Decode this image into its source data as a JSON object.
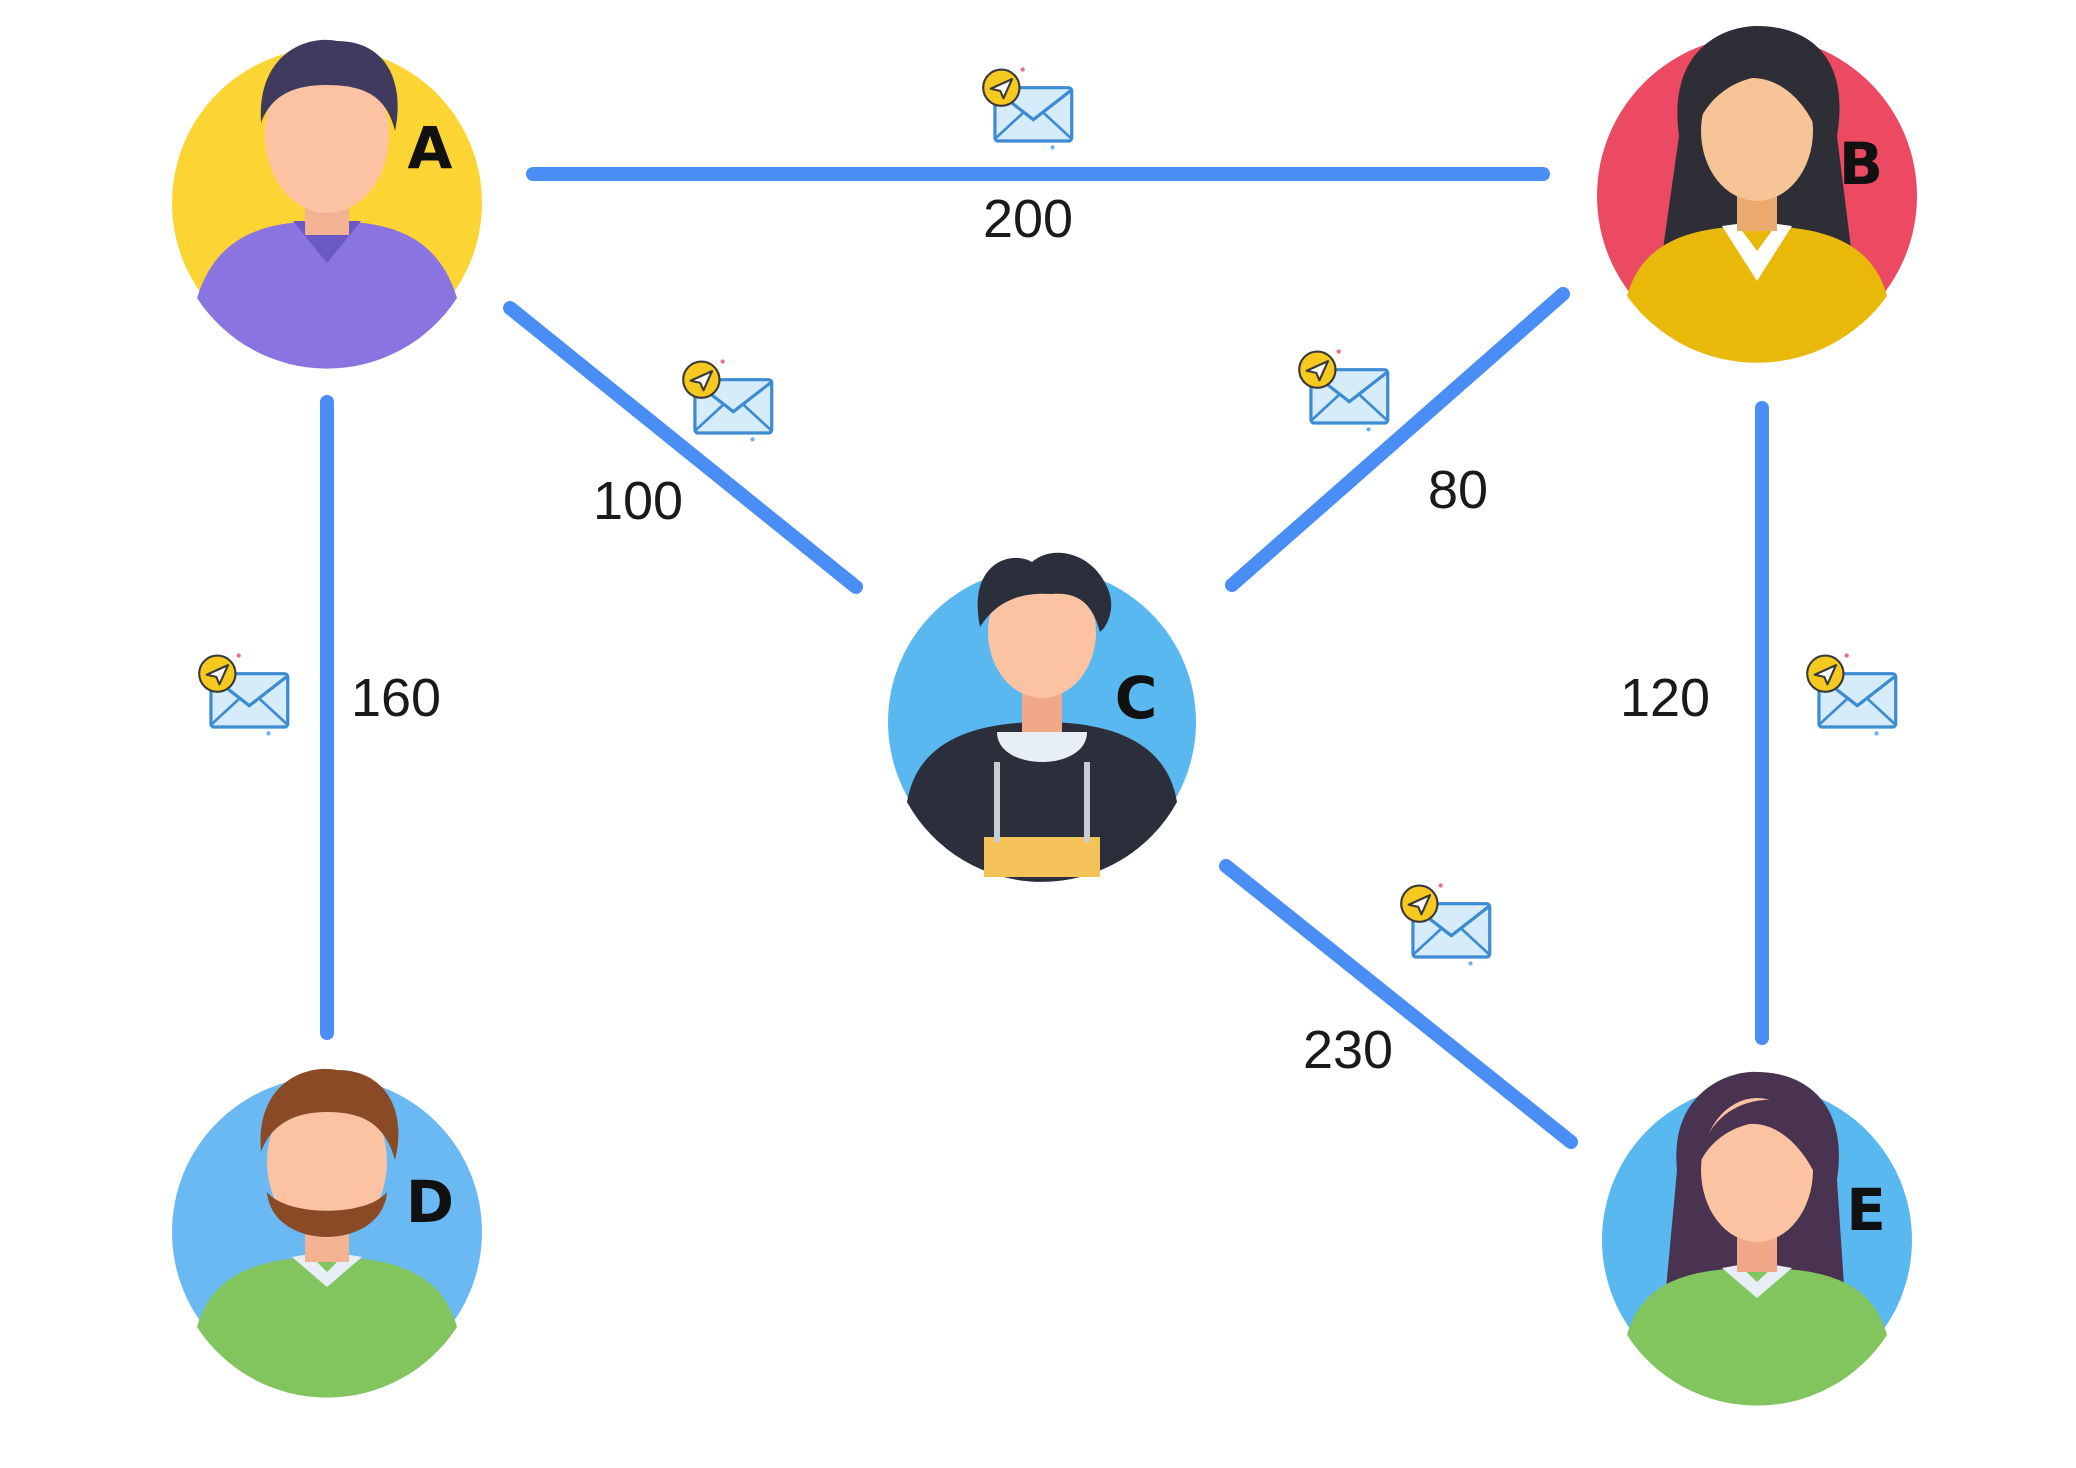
{
  "colors": {
    "edge": "#4a8ef5",
    "envelope_body": "#d7ecfb",
    "envelope_stroke": "#3d8bd0",
    "badge": "#f6c91f"
  },
  "nodes": [
    {
      "id": "A",
      "label": "A",
      "avatar": "man-purple-shirt-avatar",
      "bg": "#fcd535",
      "hair": "#3f3a5e",
      "shirt": "#8a75e0"
    },
    {
      "id": "B",
      "label": "B",
      "avatar": "woman-long-hair-avatar",
      "bg": "#ec4963",
      "hair": "#2e2e37",
      "shirt": "#e8b909"
    },
    {
      "id": "C",
      "label": "C",
      "avatar": "young-man-hoodie-avatar",
      "bg": "#5ab8f0",
      "hair": "#2b2f3c",
      "shirt": "#2b2f3c"
    },
    {
      "id": "D",
      "label": "D",
      "avatar": "bearded-man-avatar",
      "bg": "#6bb9f2",
      "hair": "#8a4a26",
      "shirt": "#82c55f"
    },
    {
      "id": "E",
      "label": "E",
      "avatar": "woman-green-sweater-avatar",
      "bg": "#5ab8f0",
      "hair": "#4a3350",
      "shirt": "#82c55f"
    }
  ],
  "edges": [
    {
      "from": "A",
      "to": "B",
      "weight": "200",
      "icon": "mail-send-icon"
    },
    {
      "from": "A",
      "to": "C",
      "weight": "100",
      "icon": "mail-send-icon"
    },
    {
      "from": "B",
      "to": "C",
      "weight": "80",
      "icon": "mail-send-icon"
    },
    {
      "from": "A",
      "to": "D",
      "weight": "160",
      "icon": "mail-send-icon"
    },
    {
      "from": "B",
      "to": "E",
      "weight": "120",
      "icon": "mail-send-icon"
    },
    {
      "from": "C",
      "to": "E",
      "weight": "230",
      "icon": "mail-send-icon"
    }
  ]
}
